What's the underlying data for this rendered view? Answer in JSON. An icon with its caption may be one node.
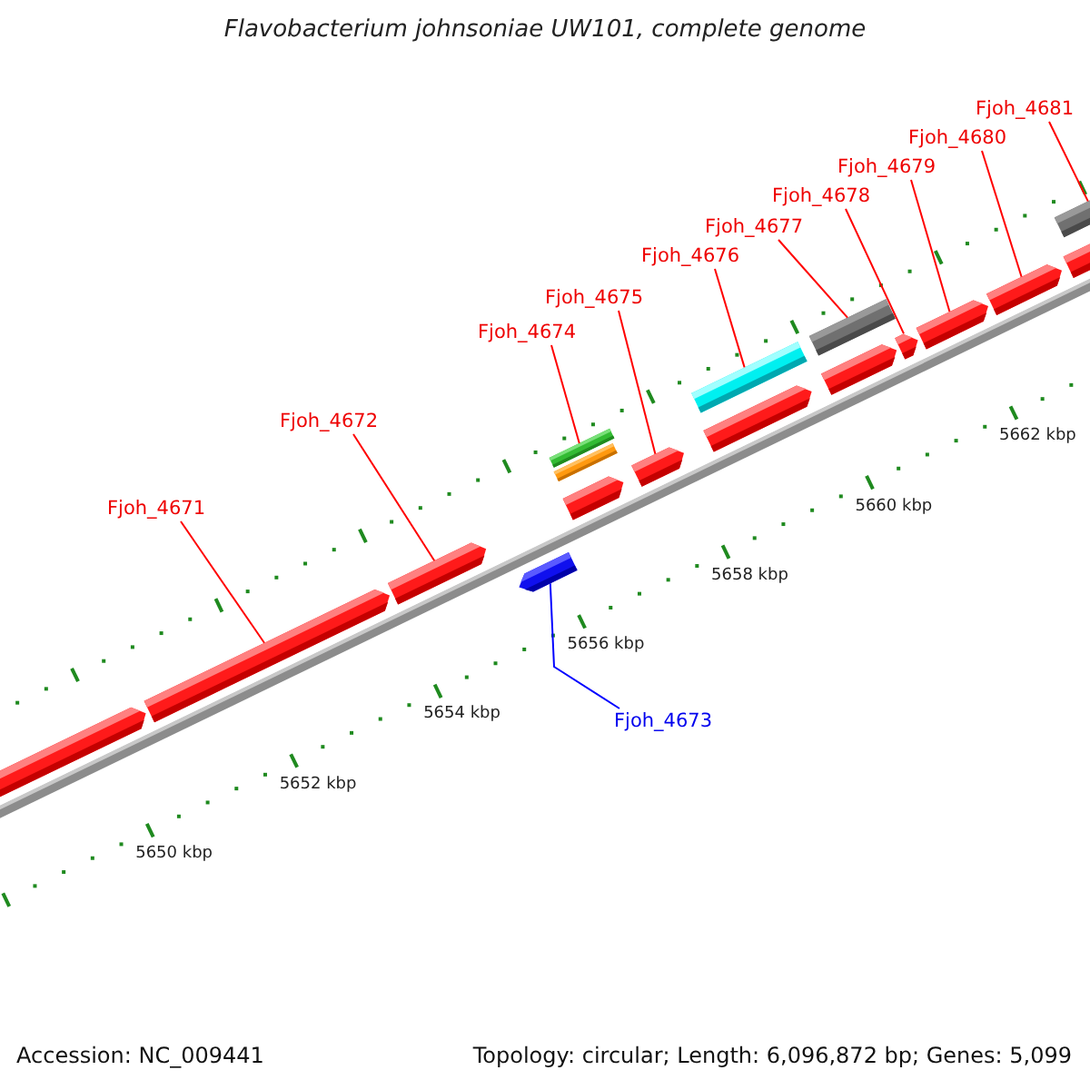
{
  "diagram": {
    "title": "Flavobacterium johnsoniae UW101, complete genome",
    "nodes": [
      {
        "text": [
          "Fjoh_4671"
        ]
      },
      {
        "text": [
          "Fjoh_4672"
        ]
      },
      {
        "text": [
          "Fjoh_4673"
        ]
      },
      {
        "text": [
          "Fjoh_4674"
        ]
      },
      {
        "text": [
          "Fjoh_4675"
        ]
      },
      {
        "text": [
          "Fjoh_4676"
        ]
      },
      {
        "text": [
          "Fjoh_4677"
        ]
      },
      {
        "text": [
          "Fjoh_4678"
        ]
      },
      {
        "text": [
          "Fjoh_4679"
        ]
      },
      {
        "text": [
          "Fjoh_4680"
        ]
      },
      {
        "text": [
          "Fjoh_4681"
        ]
      },
      {
        "text": [],
        "shape": "bar"
      },
      {
        "text": [],
        "shape": "bar"
      },
      {
        "text": [],
        "shape": "bar"
      },
      {
        "text": [],
        "shape": "bar"
      },
      {
        "text": [],
        "shape": "bar"
      },
      {
        "text": [],
        "shape": "bar"
      },
      {
        "text": [],
        "shape": "bar"
      },
      {
        "text": [],
        "shape": "bar"
      },
      {
        "text": [],
        "shape": "bar"
      },
      {
        "text": [],
        "shape": "bar"
      },
      {
        "text": [],
        "shape": "bar"
      },
      {
        "text": [],
        "shape": "bar"
      },
      {
        "text": [],
        "shape": "bar"
      },
      {
        "text": [],
        "shape": "bar"
      },
      {
        "text": [],
        "shape": "bar"
      },
      {
        "text": [],
        "shape": "bar"
      },
      {
        "text": [],
        "shape": "bar"
      }
    ],
    "edges": [
      {
        "from": 0,
        "to": 12,
        "arrow": "none"
      },
      {
        "from": 1,
        "to": 13,
        "arrow": "none"
      },
      {
        "from": 2,
        "to": 14,
        "arrow": "none",
        "color": "#0000ff"
      },
      {
        "from": 3,
        "to": 16,
        "arrow": "none"
      },
      {
        "from": 4,
        "to": 18,
        "arrow": "none"
      },
      {
        "from": 5,
        "to": 19,
        "arrow": "none"
      },
      {
        "from": 6,
        "to": 21,
        "arrow": "none"
      },
      {
        "from": 7,
        "to": 23,
        "arrow": "none"
      },
      {
        "from": 8,
        "to": 24,
        "arrow": "none"
      },
      {
        "from": 9,
        "to": 25,
        "arrow": "none"
      },
      {
        "from": 10,
        "to": 26,
        "arrow": "none"
      }
    ],
    "labels": [
      "5662 kbp",
      "5660 kbp",
      "5658 kbp",
      "5656 kbp",
      "5654 kbp",
      "5652 kbp",
      "5650 kbp",
      "Accession: NC_009441",
      "Topology: circular; Length: 6,096,872 bp; Genes: 5,099"
    ]
  }
}
